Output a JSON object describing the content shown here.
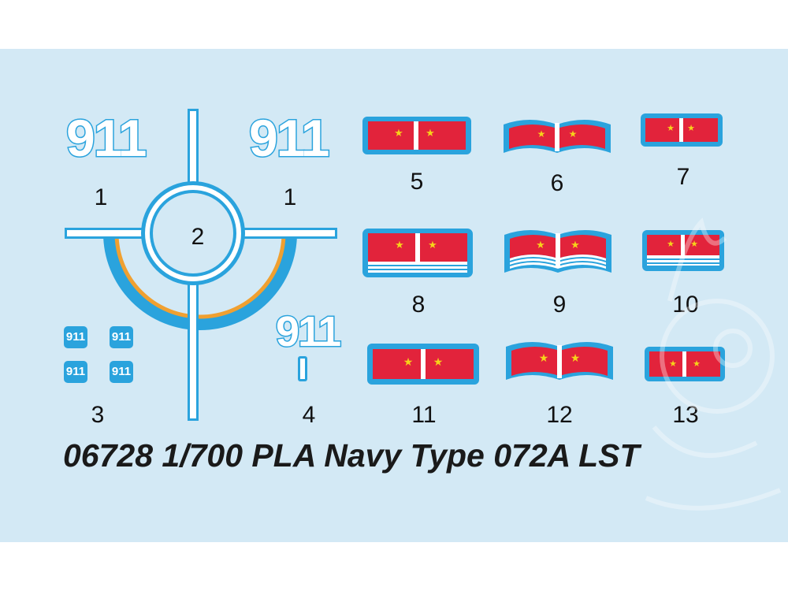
{
  "decals": {
    "hull_number_large": "911",
    "hull_number_small": "911",
    "labels": [
      "1",
      "1",
      "2",
      "3",
      "4",
      "5",
      "6",
      "7",
      "8",
      "9",
      "10",
      "11",
      "12",
      "13"
    ]
  },
  "title": "06728 1/700 PLA Navy Type 072A LST",
  "colors": {
    "background": "#d3e9f5",
    "decal_blue": "#2aa3dd",
    "flag_red": "#e2233b",
    "star_yellow": "#f6d21a",
    "deck_orange": "#f0a030",
    "white": "#ffffff"
  }
}
